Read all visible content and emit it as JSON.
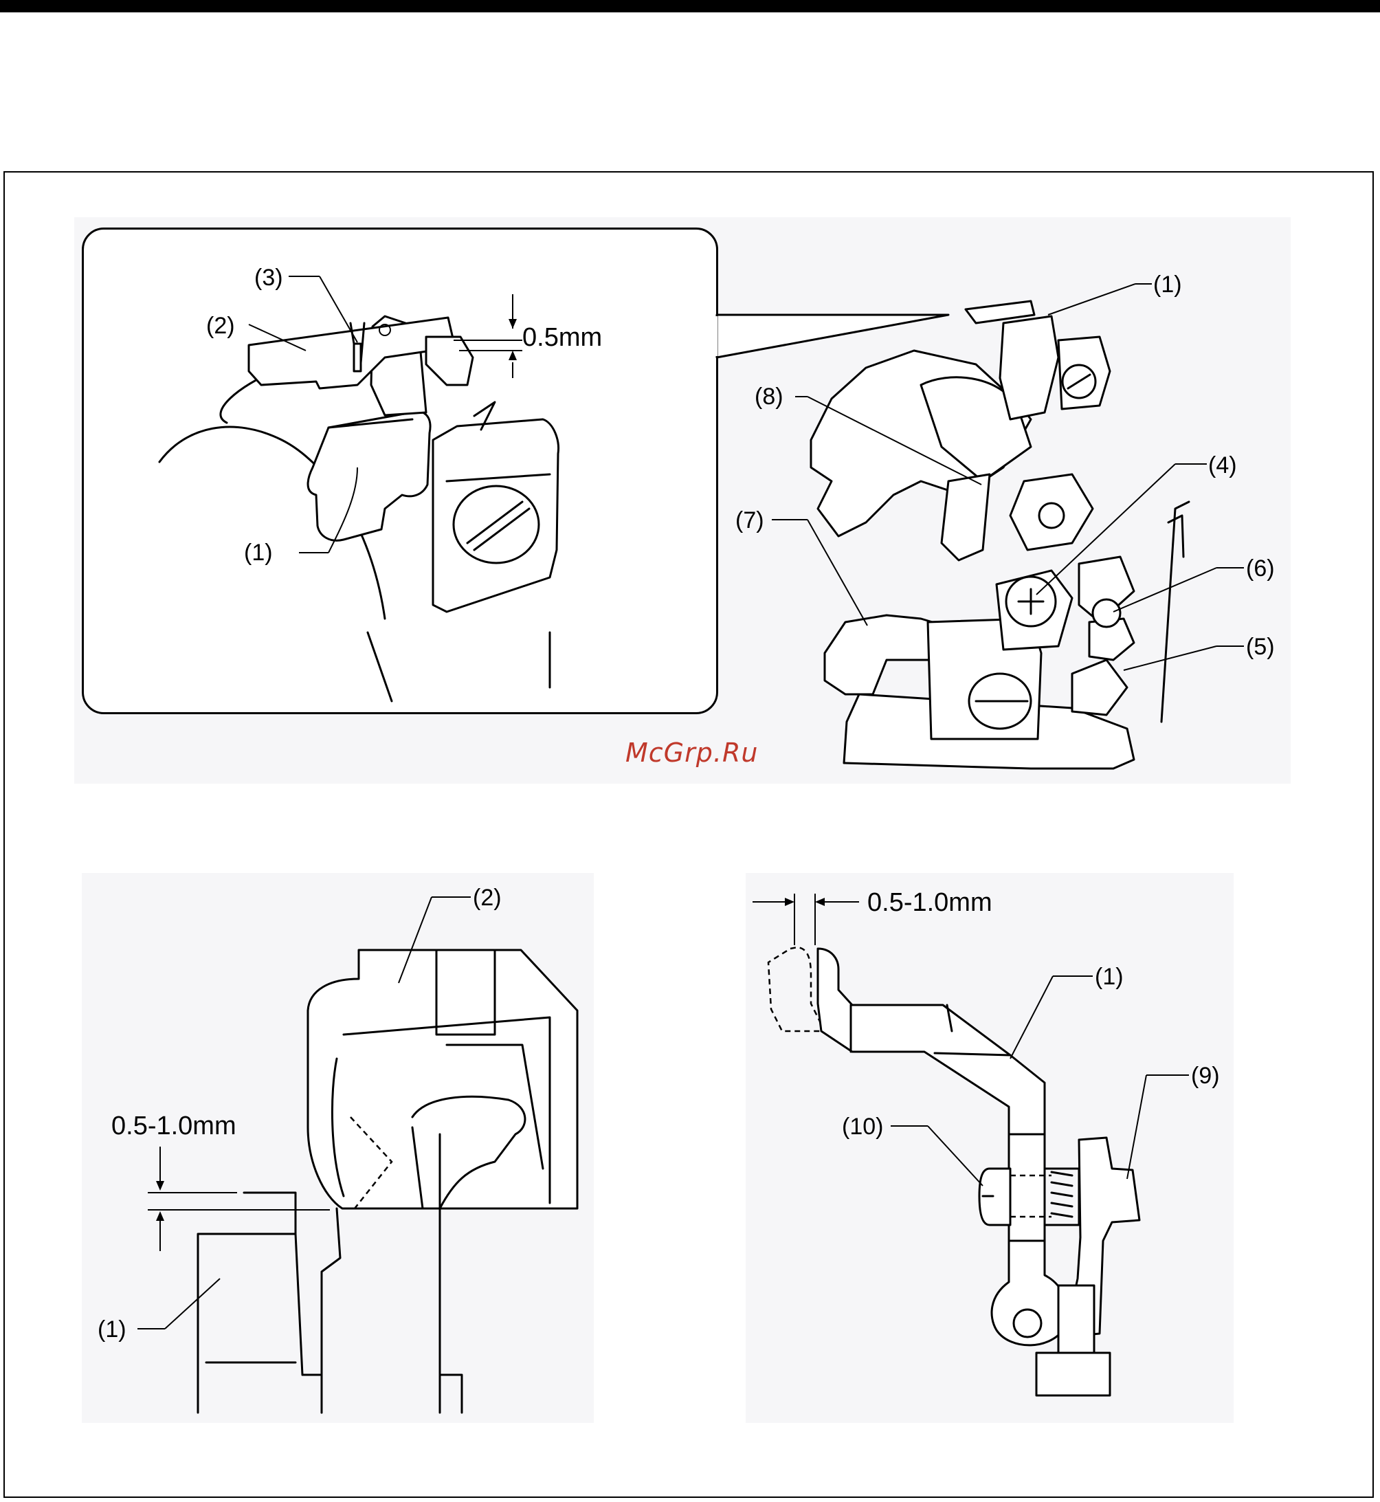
{
  "watermark": "McGrp.Ru",
  "callout": {
    "labels": {
      "l3": "(3)",
      "l2": "(2)",
      "l1": "(1)"
    },
    "dimension": "0.5mm"
  },
  "machine": {
    "labels": {
      "l1": "(1)",
      "l8": "(8)",
      "l4": "(4)",
      "l7": "(7)",
      "l6": "(6)",
      "l5": "(5)"
    }
  },
  "bottom_left": {
    "labels": {
      "l2": "(2)",
      "l1": "(1)"
    },
    "dimension": "0.5-1.0mm"
  },
  "bottom_right": {
    "labels": {
      "l1": "(1)",
      "l9": "(9)",
      "l10": "(10)"
    },
    "dimension": "0.5-1.0mm"
  }
}
